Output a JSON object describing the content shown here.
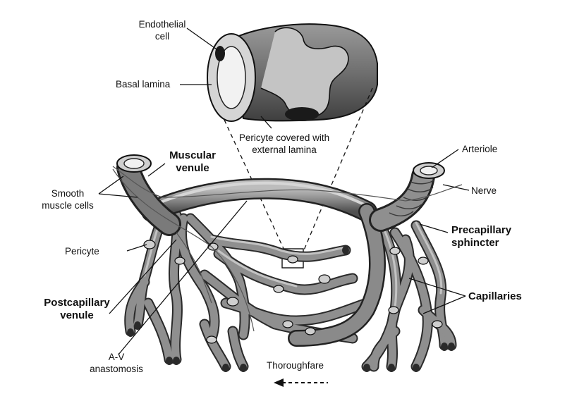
{
  "labels": {
    "endothelial_cell_1": "Endothelial",
    "endothelial_cell_2": "cell",
    "basal_lamina": "Basal lamina",
    "pericyte_covered_1": "Pericyte covered with",
    "pericyte_covered_2": "external lamina",
    "muscular_venule_1": "Muscular",
    "muscular_venule_2": "venule",
    "smooth_muscle_1": "Smooth",
    "smooth_muscle_2": "muscle cells",
    "pericyte": "Pericyte",
    "postcapillary_1": "Postcapillary",
    "postcapillary_2": "venule",
    "av_1": "A-V",
    "av_2": "anastomosis",
    "arteriole": "Arteriole",
    "nerve": "Nerve",
    "precapillary_1": "Precapillary",
    "precapillary_2": "sphincter",
    "capillaries": "Capillaries",
    "thoroughfare": "Thoroughfare"
  },
  "colors": {
    "vessel_fill": "#8d8d8d",
    "vessel_dark": "#4a4a4a",
    "vessel_light": "#c9c9c9",
    "line": "#1a1a1a"
  }
}
